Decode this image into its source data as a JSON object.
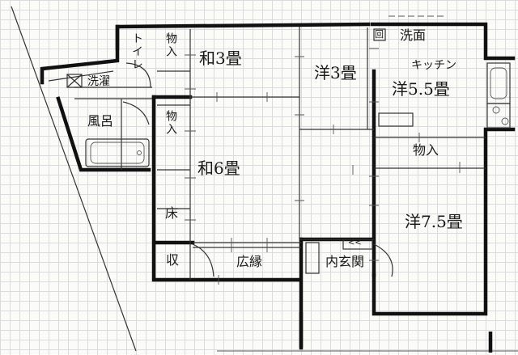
{
  "rooms": {
    "washitsu_3": "和3畳",
    "yoshitsu_3": "洋3畳",
    "kitchen_kana": "キッチン",
    "kitchen_size": "洋5.5畳",
    "washitsu_6": "和6畳",
    "yoshitsu_7_5": "洋7.5畳",
    "toilet": "トイレ",
    "monoire_top": "物入",
    "monoire_mid": "物入",
    "monoire_right": "物入",
    "laundry": "洗濯",
    "bath": "風呂",
    "senmen": "洗面",
    "senmen_mark": "回",
    "toko": "床",
    "closet_small": "収",
    "hiroen": "広縁",
    "genkan": "内玄関",
    "shoe_mark": "<<"
  }
}
